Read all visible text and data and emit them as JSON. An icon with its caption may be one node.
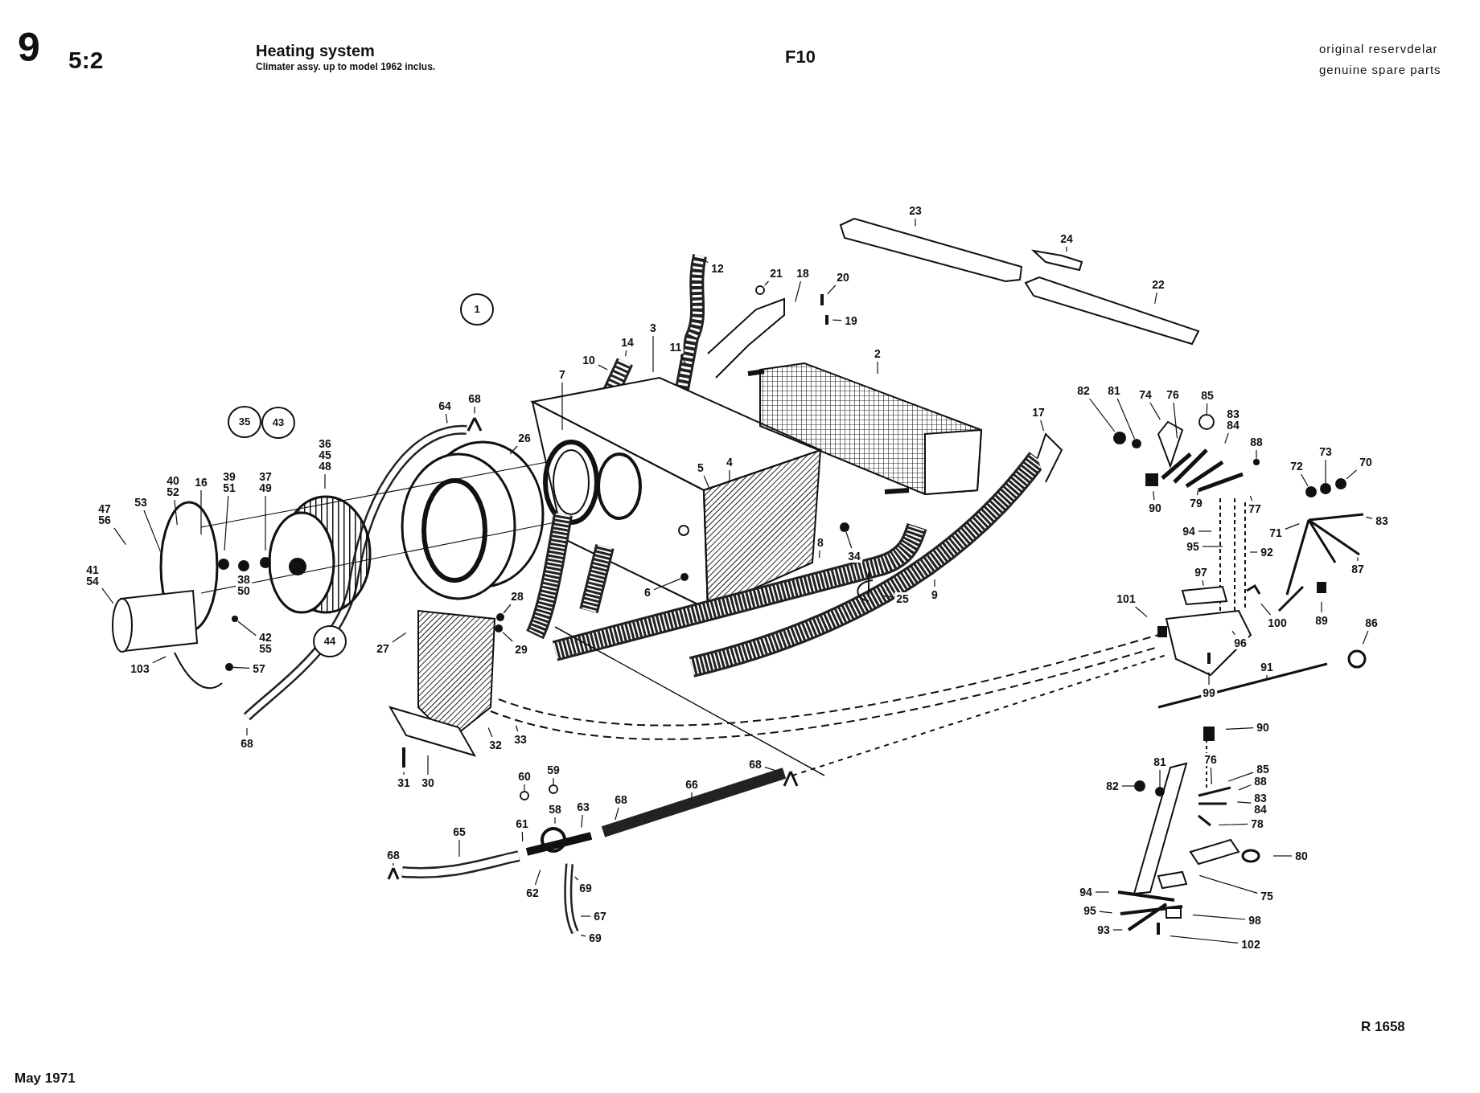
{
  "diagram": {
    "title": "Heating system",
    "nodes": [
      {
        "text": [
          "1"
        ]
      },
      {
        "text": [
          "35"
        ]
      },
      {
        "text": [
          "43"
        ]
      },
      {
        "text": [
          "44"
        ]
      },
      {
        "text": [
          "12"
        ]
      },
      {
        "text": [
          "21"
        ]
      },
      {
        "text": [
          "18"
        ]
      },
      {
        "text": [
          "20"
        ]
      },
      {
        "text": [
          "19"
        ]
      },
      {
        "text": [
          "23"
        ]
      },
      {
        "text": [
          "24"
        ]
      },
      {
        "text": [
          "22"
        ]
      },
      {
        "text": [
          "2"
        ]
      },
      {
        "text": [
          "3"
        ]
      },
      {
        "text": [
          "14"
        ]
      },
      {
        "text": [
          "10"
        ]
      },
      {
        "text": [
          "11"
        ]
      },
      {
        "text": [
          "7"
        ]
      },
      {
        "text": [
          "5"
        ]
      },
      {
        "text": [
          "4"
        ]
      },
      {
        "text": [
          "17"
        ]
      },
      {
        "text": [
          "34"
        ]
      },
      {
        "text": [
          "8"
        ]
      },
      {
        "text": [
          "25"
        ]
      },
      {
        "text": [
          "6"
        ]
      },
      {
        "text": [
          "9"
        ]
      },
      {
        "text": [
          "26"
        ]
      },
      {
        "text": [
          "28"
        ]
      },
      {
        "text": [
          "29"
        ]
      },
      {
        "text": [
          "27"
        ]
      },
      {
        "text": [
          "64"
        ]
      },
      {
        "text": [
          "68"
        ]
      },
      {
        "text": [
          "36",
          "45",
          "48"
        ]
      },
      {
        "text": [
          "40",
          "52"
        ]
      },
      {
        "text": [
          "16"
        ]
      },
      {
        "text": [
          "53"
        ]
      },
      {
        "text": [
          "47",
          "56"
        ]
      },
      {
        "text": [
          "41",
          "54"
        ]
      },
      {
        "text": [
          "39",
          "51"
        ]
      },
      {
        "text": [
          "37",
          "49"
        ]
      },
      {
        "text": [
          "38",
          "50"
        ]
      },
      {
        "text": [
          "42",
          "55"
        ]
      },
      {
        "text": [
          "103"
        ]
      },
      {
        "text": [
          "57"
        ]
      },
      {
        "text": [
          "68"
        ]
      },
      {
        "text": [
          "31"
        ]
      },
      {
        "text": [
          "30"
        ]
      },
      {
        "text": [
          "32"
        ]
      },
      {
        "text": [
          "33"
        ]
      },
      {
        "text": [
          "60"
        ]
      },
      {
        "text": [
          "59"
        ]
      },
      {
        "text": [
          "58"
        ]
      },
      {
        "text": [
          "63"
        ]
      },
      {
        "text": [
          "68"
        ]
      },
      {
        "text": [
          "66"
        ]
      },
      {
        "text": [
          "68"
        ]
      },
      {
        "text": [
          "61"
        ]
      },
      {
        "text": [
          "65"
        ]
      },
      {
        "text": [
          "68"
        ]
      },
      {
        "text": [
          "62"
        ]
      },
      {
        "text": [
          "69"
        ]
      },
      {
        "text": [
          "67"
        ]
      },
      {
        "text": [
          "69"
        ]
      },
      {
        "text": [
          "82"
        ]
      },
      {
        "text": [
          "81"
        ]
      },
      {
        "text": [
          "74"
        ]
      },
      {
        "text": [
          "76"
        ]
      },
      {
        "text": [
          "85"
        ]
      },
      {
        "text": [
          "83",
          "84"
        ]
      },
      {
        "text": [
          "88"
        ]
      },
      {
        "text": [
          "90"
        ]
      },
      {
        "text": [
          "79"
        ]
      },
      {
        "text": [
          "77"
        ]
      },
      {
        "text": [
          "94"
        ]
      },
      {
        "text": [
          "95"
        ]
      },
      {
        "text": [
          "92"
        ]
      },
      {
        "text": [
          "72"
        ]
      },
      {
        "text": [
          "73"
        ]
      },
      {
        "text": [
          "70"
        ]
      },
      {
        "text": [
          "71"
        ]
      },
      {
        "text": [
          "83"
        ]
      },
      {
        "text": [
          "87"
        ]
      },
      {
        "text": [
          "89"
        ]
      },
      {
        "text": [
          "97"
        ]
      },
      {
        "text": [
          "101"
        ]
      },
      {
        "text": [
          "100"
        ]
      },
      {
        "text": [
          "96"
        ]
      },
      {
        "text": [
          "99"
        ]
      },
      {
        "text": [
          "86"
        ]
      },
      {
        "text": [
          "91"
        ]
      },
      {
        "text": [
          "90"
        ]
      },
      {
        "text": [
          "76"
        ]
      },
      {
        "text": [
          "85"
        ]
      },
      {
        "text": [
          "88"
        ]
      },
      {
        "text": [
          "83",
          "84"
        ]
      },
      {
        "text": [
          "81"
        ]
      },
      {
        "text": [
          "82"
        ]
      },
      {
        "text": [
          "78"
        ]
      },
      {
        "text": [
          "80"
        ]
      },
      {
        "text": [
          "75"
        ]
      },
      {
        "text": [
          "94"
        ]
      },
      {
        "text": [
          "95"
        ]
      },
      {
        "text": [
          "93"
        ]
      },
      {
        "text": [
          "98"
        ]
      },
      {
        "text": [
          "102"
        ]
      },
      {
        "text": [],
        "shape": "circle"
      },
      {
        "text": [],
        "shape": "circle"
      },
      {
        "text": [],
        "shape": "circle"
      },
      {
        "text": [],
        "shape": "circle"
      },
      {
        "text": [],
        "shape": "circle"
      },
      {
        "text": [],
        "shape": "circle"
      },
      {
        "text": [],
        "shape": "circle"
      },
      {
        "text": [],
        "shape": "circle"
      },
      {
        "text": [],
        "shape": "circle"
      },
      {
        "text": [],
        "shape": "circle"
      },
      {
        "text": [],
        "shape": "circle"
      },
      {
        "text": [],
        "shape": "circle"
      },
      {
        "text": [],
        "shape": "circle"
      },
      {
        "text": [],
        "shape": "circle"
      },
      {
        "text": [],
        "shape": "circle"
      },
      {
        "text": [],
        "shape": "circle"
      },
      {
        "text": [],
        "shape": "circle"
      },
      {
        "text": [],
        "shape": "circle"
      }
    ],
    "edges": [
      {
        "from": 4,
        "to": null,
        "arrow": "none"
      },
      {
        "from": 5,
        "to": 105,
        "arrow": "none"
      },
      {
        "from": 6,
        "to": null,
        "arrow": "none"
      },
      {
        "from": 7,
        "to": null,
        "arrow": "none"
      },
      {
        "from": 8,
        "to": null,
        "arrow": "none"
      },
      {
        "from": 9,
        "to": null,
        "arrow": "none"
      },
      {
        "from": 10,
        "to": null,
        "arrow": "none"
      },
      {
        "from": 11,
        "to": null,
        "arrow": "none"
      },
      {
        "from": 12,
        "to": null,
        "arrow": "none"
      },
      {
        "from": 13,
        "to": null,
        "arrow": "none"
      },
      {
        "from": 14,
        "to": null,
        "arrow": "none"
      },
      {
        "from": 15,
        "to": null,
        "arrow": "none"
      },
      {
        "from": 16,
        "to": null,
        "arrow": "none"
      },
      {
        "from": 17,
        "to": null,
        "arrow": "none"
      },
      {
        "from": 18,
        "to": null,
        "arrow": "none"
      },
      {
        "from": 19,
        "to": null,
        "arrow": "none"
      },
      {
        "from": 20,
        "to": null,
        "arrow": "none"
      },
      {
        "from": 21,
        "to": 120,
        "arrow": "none"
      },
      {
        "from": 22,
        "to": null,
        "arrow": "none"
      },
      {
        "from": 23,
        "to": null,
        "arrow": "none"
      },
      {
        "from": 24,
        "to": 119,
        "arrow": "none"
      },
      {
        "from": 25,
        "to": null,
        "arrow": "none"
      },
      {
        "from": 26,
        "to": null,
        "arrow": "none"
      },
      {
        "from": 27,
        "to": 106,
        "arrow": "none"
      },
      {
        "from": 28,
        "to": 107,
        "arrow": "none"
      },
      {
        "from": 29,
        "to": null,
        "arrow": "none"
      },
      {
        "from": 30,
        "to": null,
        "arrow": "none"
      },
      {
        "from": 31,
        "to": null,
        "arrow": "none"
      },
      {
        "from": 32,
        "to": null,
        "arrow": "none"
      },
      {
        "from": 33,
        "to": null,
        "arrow": "none"
      },
      {
        "from": 34,
        "to": null,
        "arrow": "none"
      },
      {
        "from": 35,
        "to": null,
        "arrow": "none"
      },
      {
        "from": 36,
        "to": null,
        "arrow": "none"
      },
      {
        "from": 37,
        "to": null,
        "arrow": "none"
      },
      {
        "from": 38,
        "to": null,
        "arrow": "none"
      },
      {
        "from": 39,
        "to": null,
        "arrow": "none"
      },
      {
        "from": 41,
        "to": 108,
        "arrow": "none"
      },
      {
        "from": 42,
        "to": null,
        "arrow": "none"
      },
      {
        "from": 43,
        "to": 109,
        "arrow": "none"
      },
      {
        "from": 44,
        "to": null,
        "arrow": "none"
      },
      {
        "from": 45,
        "to": null,
        "arrow": "none"
      },
      {
        "from": 46,
        "to": null,
        "arrow": "none"
      },
      {
        "from": 47,
        "to": null,
        "arrow": "none"
      },
      {
        "from": 48,
        "to": null,
        "arrow": "none"
      },
      {
        "from": 49,
        "to": 110,
        "arrow": "none"
      },
      {
        "from": 50,
        "to": 111,
        "arrow": "none"
      },
      {
        "from": 51,
        "to": null,
        "arrow": "none"
      },
      {
        "from": 52,
        "to": null,
        "arrow": "none"
      },
      {
        "from": 53,
        "to": null,
        "arrow": "none"
      },
      {
        "from": 54,
        "to": null,
        "arrow": "none"
      },
      {
        "from": 55,
        "to": null,
        "arrow": "none"
      },
      {
        "from": 56,
        "to": null,
        "arrow": "none"
      },
      {
        "from": 57,
        "to": null,
        "arrow": "none"
      },
      {
        "from": 58,
        "to": null,
        "arrow": "none"
      },
      {
        "from": 59,
        "to": null,
        "arrow": "none"
      },
      {
        "from": 60,
        "to": null,
        "arrow": "none"
      },
      {
        "from": 61,
        "to": null,
        "arrow": "none"
      },
      {
        "from": 62,
        "to": null,
        "arrow": "none"
      },
      {
        "from": 63,
        "to": 117,
        "arrow": "none"
      },
      {
        "from": 64,
        "to": 118,
        "arrow": "none"
      },
      {
        "from": 65,
        "to": null,
        "arrow": "none"
      },
      {
        "from": 66,
        "to": null,
        "arrow": "none"
      },
      {
        "from": 67,
        "to": 112,
        "arrow": "none"
      },
      {
        "from": 68,
        "to": null,
        "arrow": "none"
      },
      {
        "from": 69,
        "to": 113,
        "arrow": "none"
      },
      {
        "from": 70,
        "to": null,
        "arrow": "none"
      },
      {
        "from": 71,
        "to": null,
        "arrow": "none"
      },
      {
        "from": 72,
        "to": null,
        "arrow": "none"
      },
      {
        "from": 73,
        "to": null,
        "arrow": "none"
      },
      {
        "from": 74,
        "to": null,
        "arrow": "none"
      },
      {
        "from": 75,
        "to": null,
        "arrow": "none"
      },
      {
        "from": 76,
        "to": 114,
        "arrow": "none"
      },
      {
        "from": 77,
        "to": 115,
        "arrow": "none"
      },
      {
        "from": 78,
        "to": 116,
        "arrow": "none"
      },
      {
        "from": 79,
        "to": null,
        "arrow": "none"
      },
      {
        "from": 80,
        "to": null,
        "arrow": "none"
      },
      {
        "from": 81,
        "to": null,
        "arrow": "none"
      },
      {
        "from": 82,
        "to": null,
        "arrow": "none"
      },
      {
        "from": 83,
        "to": null,
        "arrow": "none"
      },
      {
        "from": 84,
        "to": null,
        "arrow": "none"
      },
      {
        "from": 85,
        "to": null,
        "arrow": "none"
      },
      {
        "from": 86,
        "to": null,
        "arrow": "none"
      },
      {
        "from": 87,
        "to": null,
        "arrow": "none"
      },
      {
        "from": 88,
        "to": null,
        "arrow": "none"
      },
      {
        "from": 89,
        "to": null,
        "arrow": "none"
      },
      {
        "from": 90,
        "to": null,
        "arrow": "none"
      },
      {
        "from": 91,
        "to": null,
        "arrow": "none"
      },
      {
        "from": 92,
        "to": null,
        "arrow": "none"
      },
      {
        "from": 93,
        "to": null,
        "arrow": "none"
      },
      {
        "from": 94,
        "to": null,
        "arrow": "none"
      },
      {
        "from": 95,
        "to": 122,
        "arrow": "none"
      },
      {
        "from": 96,
        "to": 121,
        "arrow": "none"
      },
      {
        "from": 97,
        "to": null,
        "arrow": "none"
      },
      {
        "from": 98,
        "to": null,
        "arrow": "none"
      },
      {
        "from": 99,
        "to": null,
        "arrow": "none"
      },
      {
        "from": 100,
        "to": null,
        "arrow": "none"
      },
      {
        "from": 101,
        "to": null,
        "arrow": "none"
      },
      {
        "from": 102,
        "to": null,
        "arrow": "none"
      },
      {
        "from": 103,
        "to": null,
        "arrow": "none"
      },
      {
        "from": 104,
        "to": null,
        "arrow": "none"
      }
    ],
    "labels": [
      "9",
      "5:2",
      "Climater assy. up to model 1962 inclus.",
      "F10",
      "original reservdelar",
      "genuine spare parts",
      "R 1658",
      "May 1971"
    ]
  }
}
